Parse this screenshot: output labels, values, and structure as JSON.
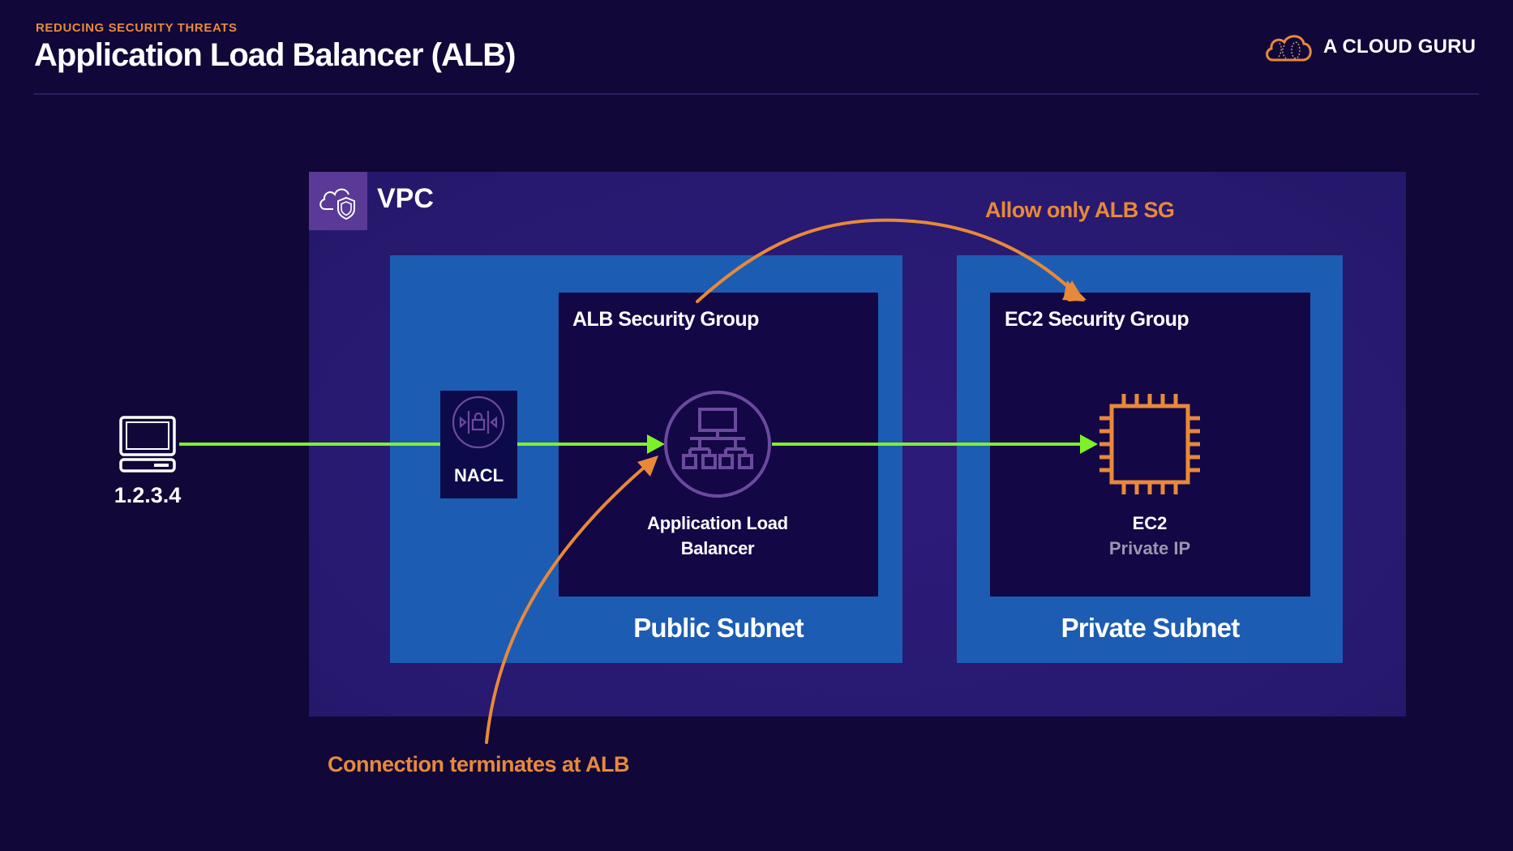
{
  "header": {
    "subtitle": "REDUCING SECURITY THREATS",
    "title": "Application Load Balancer (ALB)",
    "logo_text": "A CLOUD GURU",
    "logo_icon": "cloud-guru-icon"
  },
  "diagram": {
    "client": {
      "icon": "laptop-icon",
      "label": "1.2.3.4"
    },
    "vpc": {
      "icon": "vpc-cloud-shield-icon",
      "label": "VPC"
    },
    "nacl": {
      "icon": "nacl-lock-icon",
      "label": "NACL"
    },
    "public_subnet": {
      "label": "Public Subnet",
      "security_group": {
        "label": "ALB Security Group",
        "resource": {
          "icon": "load-balancer-icon",
          "label": "Application Load Balancer"
        }
      }
    },
    "private_subnet": {
      "label": "Private Subnet",
      "security_group": {
        "label": "EC2 Security Group",
        "resource": {
          "icon": "ec2-chip-icon",
          "name": "EC2",
          "sublabel": "Private IP"
        }
      }
    },
    "annotations": {
      "allow": "Allow only ALB SG",
      "termination": "Connection terminates at ALB"
    },
    "flow": [
      "1.2.3.4",
      "NACL",
      "Application Load Balancer",
      "EC2"
    ]
  },
  "colors": {
    "background": "#110738",
    "vpc": "#2a1a74",
    "subnet": "#1c5db3",
    "security_group": "#130746",
    "accent_orange": "#e8893a",
    "flow_green": "#7ef02a",
    "icon_purple": "#6b4a9e"
  }
}
